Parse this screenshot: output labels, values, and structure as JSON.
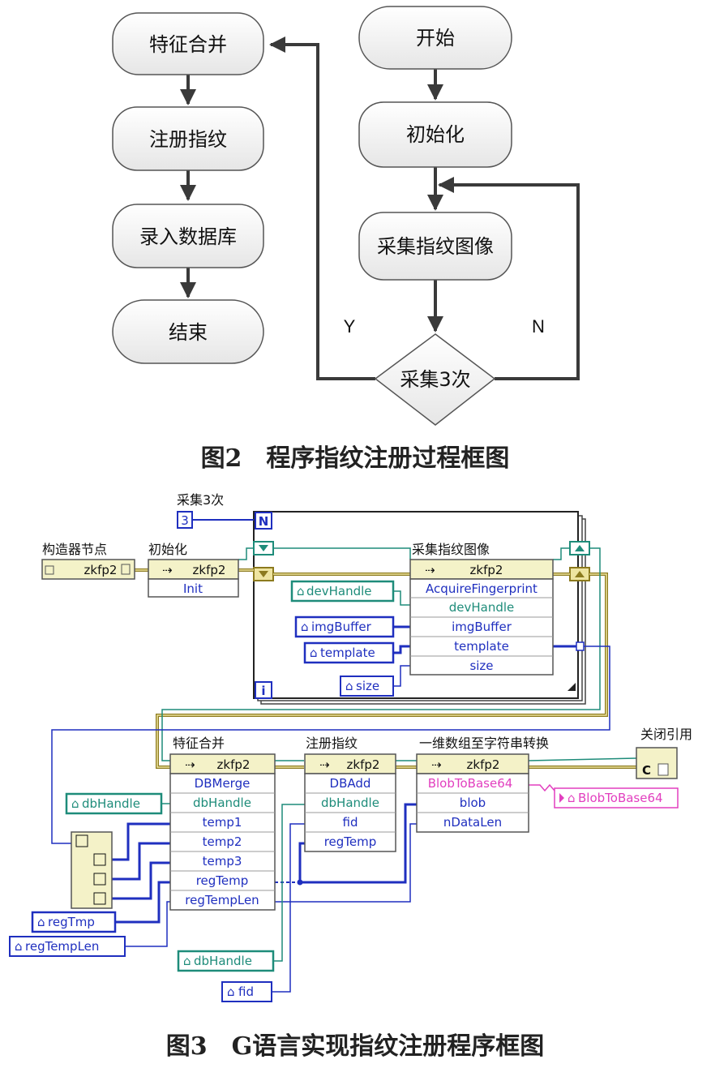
{
  "figure2": {
    "nodes": {
      "merge": "特征合并",
      "register": "注册指纹",
      "enroll_db": "录入数据库",
      "end": "结束",
      "start": "开始",
      "init": "初始化",
      "capture": "采集指纹图像",
      "decision": "采集3次"
    },
    "labels": {
      "yes": "Y",
      "no": "N"
    },
    "caption": "图2　程序指纹注册过程框图"
  },
  "figure3": {
    "labels": {
      "count": "采集3次",
      "constructor": "构造器节点",
      "init": "初始化",
      "capture": "采集指纹图像",
      "merge": "特征合并",
      "register": "注册指纹",
      "convert": "一维数组至字符串转换",
      "close": "关闭引用"
    },
    "count_const": "3",
    "loop_n": "N",
    "loop_i": "i",
    "class_name": "zkfp2",
    "constructor_text": "zkfp2",
    "init_method": "Init",
    "acquire": {
      "method": "AcquireFingerprint",
      "params": [
        "devHandle",
        "imgBuffer",
        "template",
        "size"
      ]
    },
    "dbmerge": {
      "method": "DBMerge",
      "params": [
        "dbHandle",
        "temp1",
        "temp2",
        "temp3",
        "regTemp",
        "regTempLen"
      ]
    },
    "dbadd": {
      "method": "DBAdd",
      "params": [
        "dbHandle",
        "fid",
        "regTemp"
      ]
    },
    "b64": {
      "method": "BlobToBase64",
      "params": [
        "blob",
        "nDataLen"
      ]
    },
    "controls": {
      "devHandle": "devHandle",
      "imgBuffer": "imgBuffer",
      "template": "template",
      "size": "size",
      "dbHandle1": "dbHandle",
      "regTmp": "regTmp",
      "regTempLen": "regTempLen",
      "dbHandle2": "dbHandle",
      "fid": "fid",
      "b64out": "BlobToBase64"
    },
    "caption": "图3　G语言实现指纹注册程序框图"
  }
}
